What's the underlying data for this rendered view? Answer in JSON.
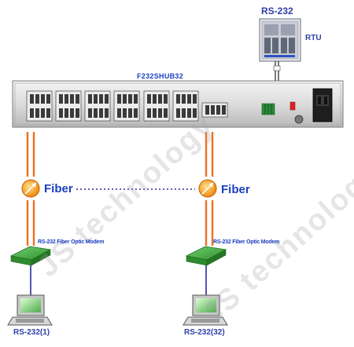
{
  "top_device": {
    "label": "RS-232",
    "name": "RTU"
  },
  "hub": {
    "title": "F232SHUB32"
  },
  "links": [
    {
      "label": "Fiber"
    },
    {
      "label": "Fiber"
    }
  ],
  "modems": [
    {
      "label": "RS-232 Fiber Optic Modem"
    },
    {
      "label": "RS-232 Fiber Optic Modem"
    }
  ],
  "computers": [
    {
      "label": "RS-232(1)"
    },
    {
      "label": "RS-232(32)"
    }
  ],
  "watermark": {
    "text": "JS technology"
  },
  "colors": {
    "fiber": "#f07020",
    "link_line": "#2a2aa0",
    "modem": "#3aa63a",
    "label_blue": "#1a3fbf"
  }
}
